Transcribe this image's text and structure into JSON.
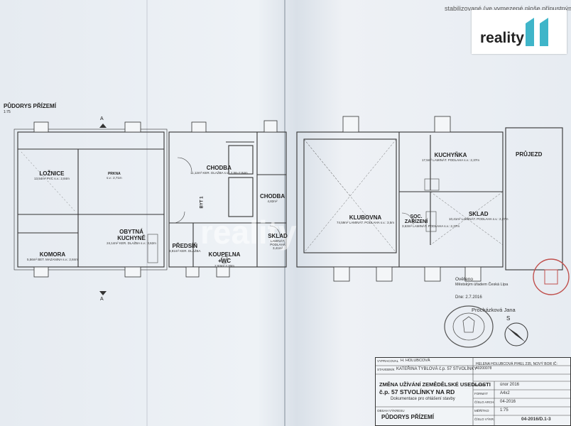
{
  "header": {
    "title": "PŮDORYS PŘÍZEMÍ",
    "scale": "1:75",
    "top_text": "stabilizované (ve vymezené ploše přípustnými"
  },
  "logo": {
    "text": "reality",
    "mark": "11",
    "mark_color": "#3fb5c9"
  },
  "watermark": "reality",
  "rooms": [
    {
      "name": "LOŽNICE",
      "info": "13,54m²  PVC  s.v.: 2,84m"
    },
    {
      "name": "PRKNA",
      "info": "s.v.: 2,71m"
    },
    {
      "name": "CHODBA",
      "info": "11,12m²  KER. DLAŽBA  s.v.: 2,56–2,84m"
    },
    {
      "name": "CHODBA",
      "info": "4,82m²"
    },
    {
      "name": "KOMORA",
      "info": "5,56m²  BET. MAZANINA  s.v.: 2,84m"
    },
    {
      "name": "OBYTNÁ KUCHYNĚ",
      "info": "24,14m²  KER. DLAŽBA  s.v.: 3,62m"
    },
    {
      "name": "PŘEDSÍŇ",
      "info": "3,91m²  KER. DLAŽBA"
    },
    {
      "name": "KOUPELNA +WC",
      "info": "2,93m²  2,30m"
    },
    {
      "name": "SKLAD",
      "info": "LAMINÁT. PODLAHA  3,41m²"
    },
    {
      "name": "KLUBOVNA",
      "info": "74,59m²  LAMINÁT. PODLAHA  s.v.: 3,5m"
    },
    {
      "name": "KUCHYŇKA",
      "info": "17,5m²  LAMINÁT. PODLAHA  s.v.: 2,37m"
    },
    {
      "name": "SOC. ZAŘÍZENÍ",
      "info": "3,63m²  LAMINÁT. PODLAHA  s.v.: 2,37m"
    },
    {
      "name": "SKLAD",
      "info": "10,41m²  LAMINÁT. PODLAHA  s.v.: 2,37m"
    },
    {
      "name": "PRŮJEZD",
      "info": ""
    }
  ],
  "marks": {
    "byt": "BYT 1",
    "section_a": "A",
    "north": "S"
  },
  "stamp": {
    "line1": "Ověřeno",
    "line2": "Městským úřadem Česká Lípa",
    "line3": "Dne: 2.7.2016",
    "line4": "Procházková Jana"
  },
  "titleblock": {
    "vypracoval_label": "VYPRACOVAL",
    "vypracoval": "H. HOLUBCOVÁ",
    "stavebnik_label": "STAVEBNÍK",
    "stavebnik": "KATEŘINA TYBLOVÁ č.p. 57 STVOLÍNKY",
    "address": "HELENA HOLUBCOVÁ  PIHEL 235, NOVÝ BOR  IČ: 40200078",
    "title1": "ZMĚNA UŽÍVÁNÍ ZEMĚDĚLSKÉ USEDLOSTI",
    "title2": "č.p. 57 STVOLÍNKY NA RD",
    "title3": "Dokumentace pro ohlášení stavby",
    "content_label": "OBSAH VÝKRESU",
    "content": "PŮDORYS PŘÍZEMÍ",
    "datum_label": "DATUM",
    "datum": "únor 2016",
    "format_label": "FORMÁT",
    "format": "A4x2",
    "cislo_label": "ČÍSLO ARCH.",
    "cislo": "04-2016",
    "meritko_label": "MĚŘÍTKO",
    "meritko": "1:75",
    "vykres_label": "ČÍSLO VÝKR.",
    "vykres": "04-2016/D.1-3"
  }
}
